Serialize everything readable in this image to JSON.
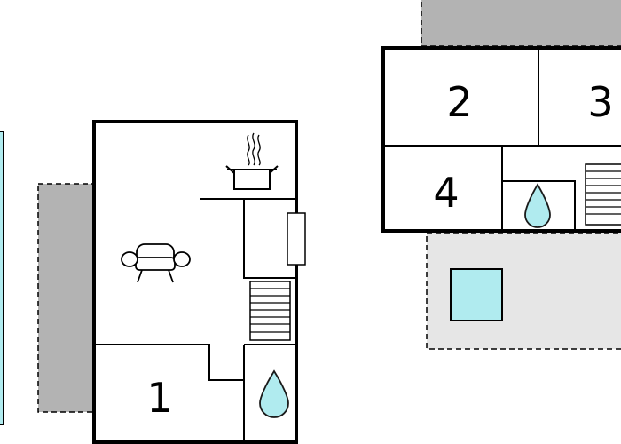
{
  "rooms": {
    "r1": {
      "label": "1"
    },
    "r2": {
      "label": "2"
    },
    "r3": {
      "label": "3"
    },
    "r4": {
      "label": "4"
    }
  },
  "colors": {
    "wall": "#000000",
    "terrace": "#b3b3b3",
    "terrace_light": "#e6e6e6",
    "water": "#b0ebef",
    "water_stroke": "#1a1a1a",
    "background": "#ffffff"
  },
  "icons": {
    "cooking": "cooking-pot-icon",
    "steam": "steam-icon",
    "sofa": "sofa-icon",
    "stairs": "stairs-icon",
    "water": "water-drop-icon",
    "pool": "pool-icon",
    "window": "window-icon"
  }
}
